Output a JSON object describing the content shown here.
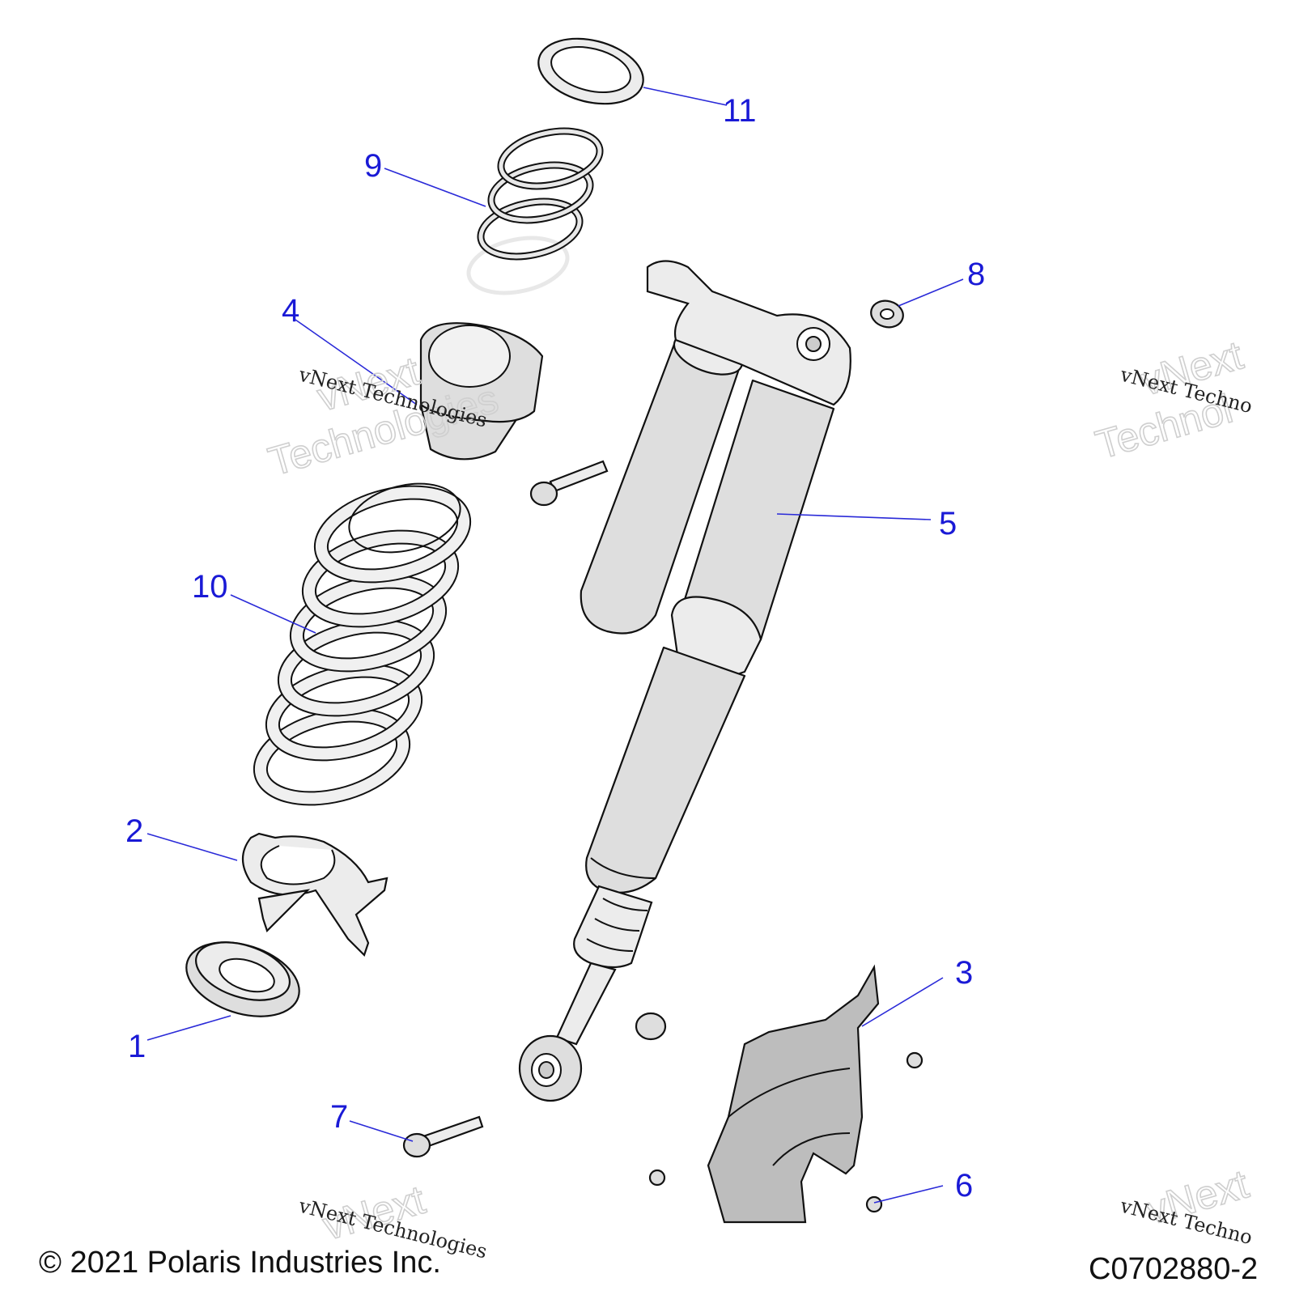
{
  "callouts": [
    {
      "id": "1",
      "label": "1"
    },
    {
      "id": "2",
      "label": "2"
    },
    {
      "id": "3",
      "label": "3"
    },
    {
      "id": "4",
      "label": "4"
    },
    {
      "id": "5",
      "label": "5"
    },
    {
      "id": "6",
      "label": "6"
    },
    {
      "id": "7",
      "label": "7"
    },
    {
      "id": "8",
      "label": "8"
    },
    {
      "id": "9",
      "label": "9"
    },
    {
      "id": "10",
      "label": "10"
    },
    {
      "id": "11",
      "label": "11"
    }
  ],
  "watermark": {
    "big_line1": "vNext",
    "big_line2": "Technologies",
    "small": "vNext Technologies",
    "big_line2_cut": "Technol",
    "small_cut": "vNext Techno"
  },
  "footer": {
    "copyright": "© 2021 Polaris Industries Inc.",
    "drawing_number": "C0702880-2"
  },
  "colors": {
    "callout": "#1a1ad6",
    "part_fill": "#dedede",
    "outline": "#111111"
  }
}
